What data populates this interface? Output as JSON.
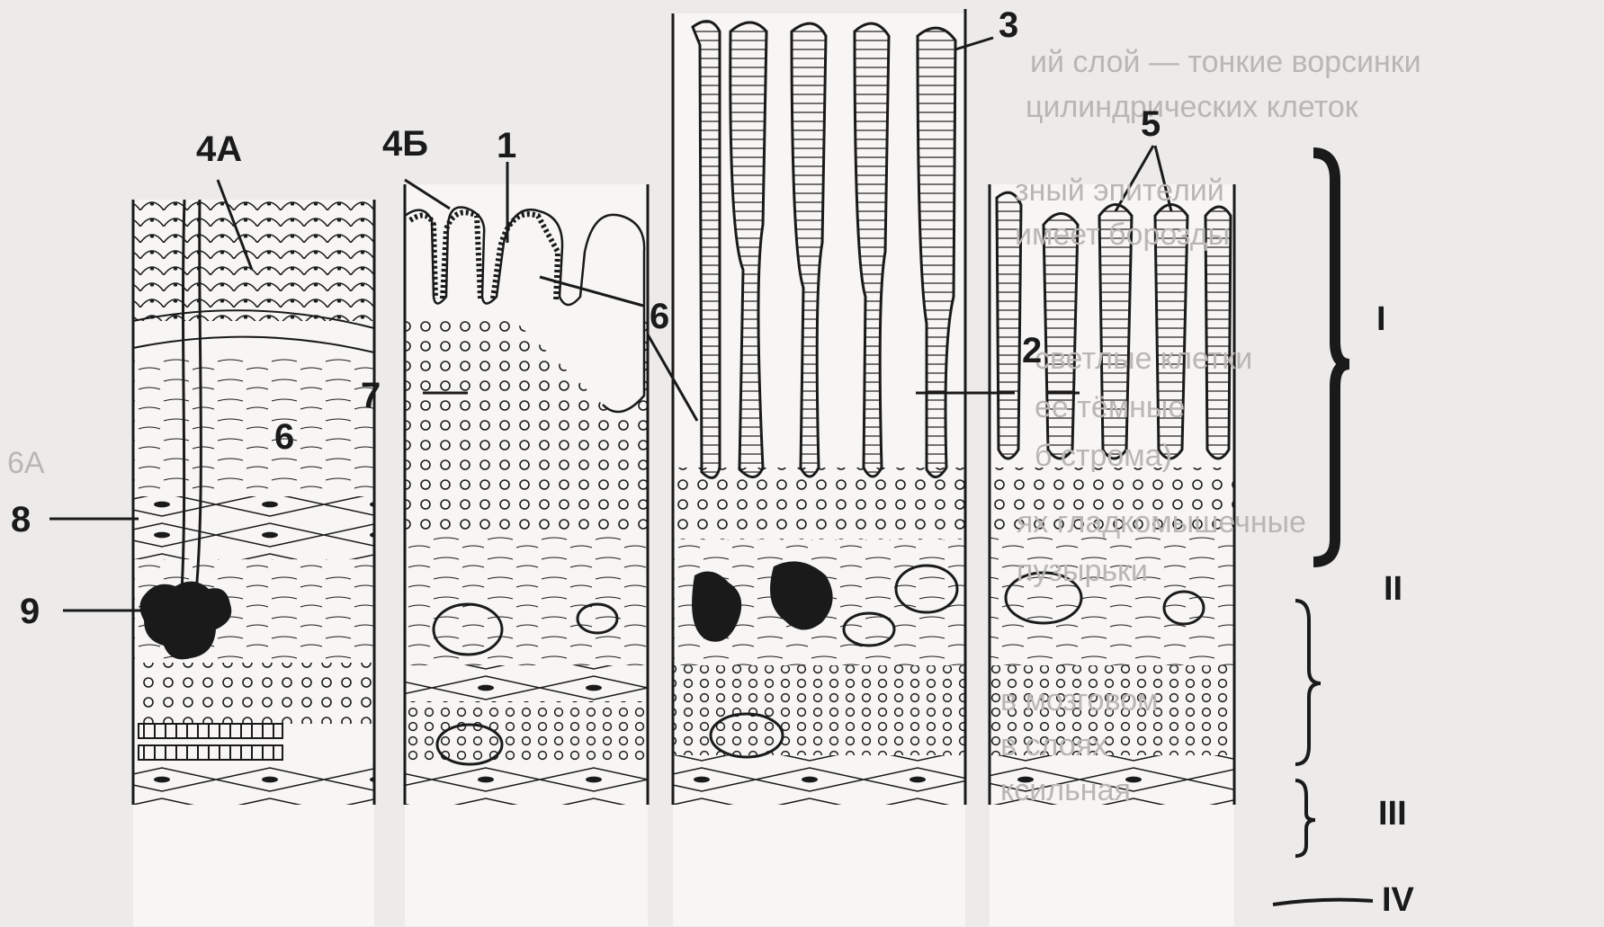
{
  "colors": {
    "ink": "#1a1a1a",
    "paper": "#ecebe9",
    "panel": "#f7f6f4",
    "ghost": "#b9b7b4"
  },
  "labels": {
    "l_4a": "4А",
    "l_4b": "4Б",
    "l_1": "1",
    "l_3": "3",
    "l_5": "5",
    "l_6a": "6",
    "l_6b": "6",
    "l_7": "7",
    "l_2": "2",
    "l_8": "8",
    "l_9": "9",
    "r_i": "I",
    "r_ii": "II",
    "r_iii": "III",
    "r_iv": "IV"
  },
  "background_text": [
    "ий слой — тонкие ворсинки",
    "цилиндрических клеток",
    "зный эпителий",
    "имеет борозды",
    "светлые клетки",
    "ее тёмные",
    "б строма)",
    "6А",
    "ях гладкомышечные",
    "пузырьки",
    "в мозговом",
    "в слоях",
    "ксильная"
  ]
}
